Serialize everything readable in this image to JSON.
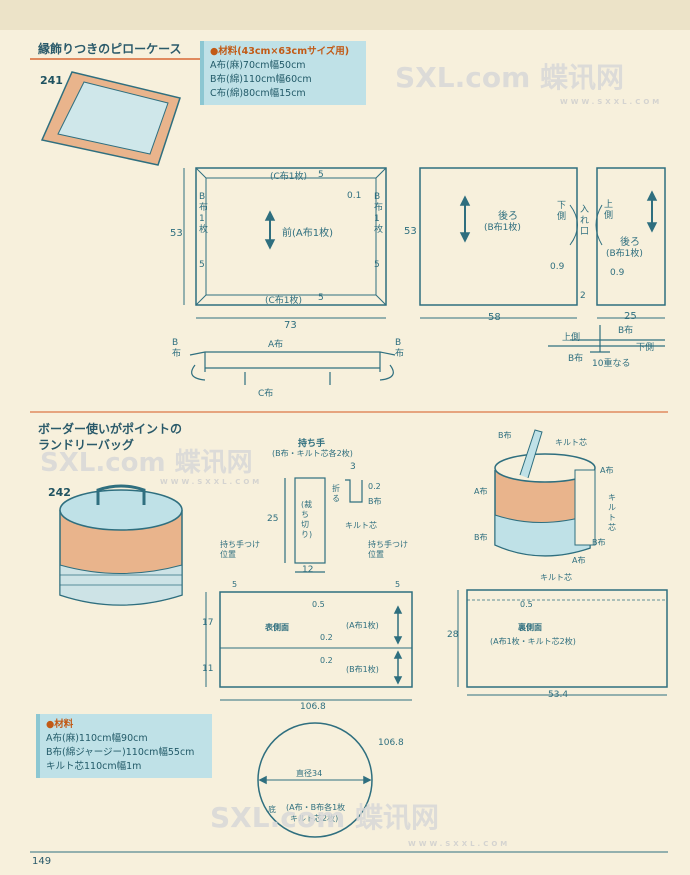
{
  "page_number": "149",
  "watermark": {
    "brand": "SXL.com 蝶讯网",
    "url": "WWW.SXXL.COM"
  },
  "item241": {
    "number": "241",
    "title": "縁飾りつきのピローケース",
    "materials_header": "●材料(43cm×63cmサイズ用)",
    "materials": [
      "A布(麻)70cm幅50cm",
      "B布(綿)110cm幅60cm",
      "C布(綿)80cm幅15cm"
    ],
    "front": {
      "label": "前(A布1枚)",
      "top_label": "(C布1枚)",
      "bottom_label": "(C布1枚)",
      "left_label": "B布1枚",
      "right_label": "B布1枚",
      "dim_height": "53",
      "dim_width": "73",
      "corner_top": "5",
      "corner_left": "5",
      "corner_right": "5",
      "corner_bottom": "5",
      "seam": "0.1"
    },
    "back_large": {
      "label": "後ろ",
      "sub": "(B布1枚)",
      "dim_width": "58",
      "dim_height": "53",
      "side_label": "下側",
      "opening": "入れ口",
      "seam": "0.9",
      "fold": "2"
    },
    "back_small": {
      "label": "後ろ",
      "sub": "(B布1枚)",
      "side_label": "上側",
      "seam": "0.9",
      "dim_width": "25"
    },
    "overlap": {
      "upper": "上側",
      "b1": "B布",
      "lower": "下側",
      "b2": "B布",
      "note": "10重なる"
    },
    "section": {
      "a": "A布",
      "b_left": "B布",
      "b_right": "B布",
      "c": "C布"
    }
  },
  "item242": {
    "number": "242",
    "title_line1": "ボーダー使いがポイントの",
    "title_line2": "ランドリーバッグ",
    "handle_title": "持ち手",
    "handle_sub": "(B布・キルト芯各2枚)",
    "handle_dim_h": "25",
    "handle_dim_w": "12",
    "handle_cut": "(裁ち切り)",
    "fold_label": "折る",
    "fold_b": "B布",
    "fold_dim_top": "3",
    "fold_dim_seam": "0.2",
    "fold_quilt": "キルト芯",
    "handle_pos_left": "持ち手つけ位置",
    "handle_pos_right": "持ち手つけ位置",
    "outer": {
      "label": "表側面",
      "a_label": "(A布1枚)",
      "b_label": "(B布1枚)",
      "dim_top": "17",
      "dim_bottom": "11",
      "dim_width": "106.8",
      "seam_05": "0.5",
      "seam_02a": "0.2",
      "seam_02b": "0.2",
      "corner_left": "5",
      "corner_right": "5"
    },
    "inner": {
      "label": "裏側面",
      "sub": "(A布1枚・キルト芯2枚)",
      "dim_height": "28",
      "dim_width": "53.4",
      "seam": "0.5"
    },
    "bottom": {
      "label_diameter": "直径34",
      "circumference": "106.8",
      "base": "底",
      "fabrics": "(A布・B布各1枚",
      "quilt": "キルト芯2枚)"
    },
    "exploded": {
      "b": "B布",
      "quilt_top": "キルト芯",
      "a_left": "A布",
      "b_left": "B布",
      "a_right": "A布",
      "quilt_right": "キルト芯",
      "b_right": "B布",
      "a_bottom": "A布",
      "quilt_bottom": "キルト芯"
    },
    "materials_header": "●材料",
    "materials": [
      "A布(麻)110cm幅90cm",
      "B布(綿ジャージー)110cm幅55cm",
      "キルト芯110cm幅1m"
    ]
  }
}
